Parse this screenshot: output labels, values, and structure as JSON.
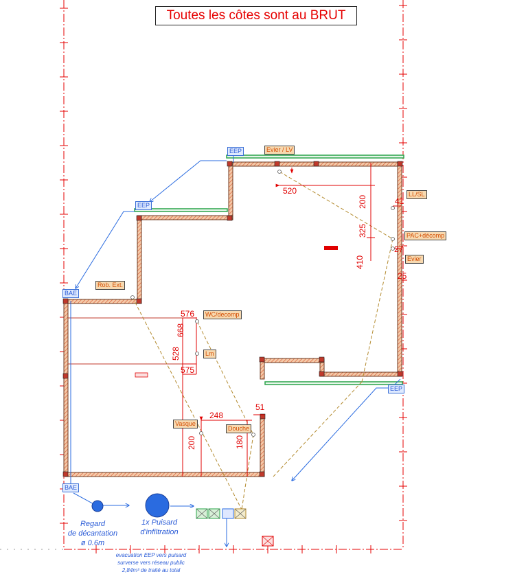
{
  "title": "Toutes les côtes sont au BRUT",
  "labels": {
    "eep_top": "EEP",
    "eep_mid": "EEP",
    "eep_right": "EEP",
    "bae_top": "BAE",
    "bae_bottom": "BAE",
    "evier_lv": "Evier / LV",
    "ll_sl": "LL/SL",
    "pac_decomp": "PAC+décomp",
    "evier": "Evier",
    "rob_ext": "Rob. Ext.",
    "wc_decomp": "WC/decomp",
    "lm": "Lm",
    "vasque": "Vasque",
    "douche": "Douche"
  },
  "dimensions": {
    "d520": "520",
    "d200_right": "200",
    "d325": "325",
    "d410": "410",
    "d41": "41",
    "d27": "27",
    "d25": "25",
    "d576": "576",
    "d668": "668",
    "d528": "528",
    "d575": "575",
    "d248": "248",
    "d51": "51",
    "d200_left": "200",
    "d180": "180"
  },
  "notes": {
    "regard_line1": "Regard",
    "regard_line2": "de décantation",
    "regard_line3": "ø 0.6m",
    "puisard_line1": "1x Puisard",
    "puisard_line2": "d'infiltration",
    "evac_line1": "evacuation EEP vers puisard",
    "evac_line2": "surverse vers réseau public",
    "evac_line3": "2,84m³ de traité au total"
  },
  "colors": {
    "property_line": "#e60000",
    "wall": "#8a4a2a",
    "wall_hatch": "#d9603a",
    "drain_blue": "#2a6be0",
    "slope_dashed": "#b38a2e",
    "gutter_green": "#2aa44a"
  }
}
